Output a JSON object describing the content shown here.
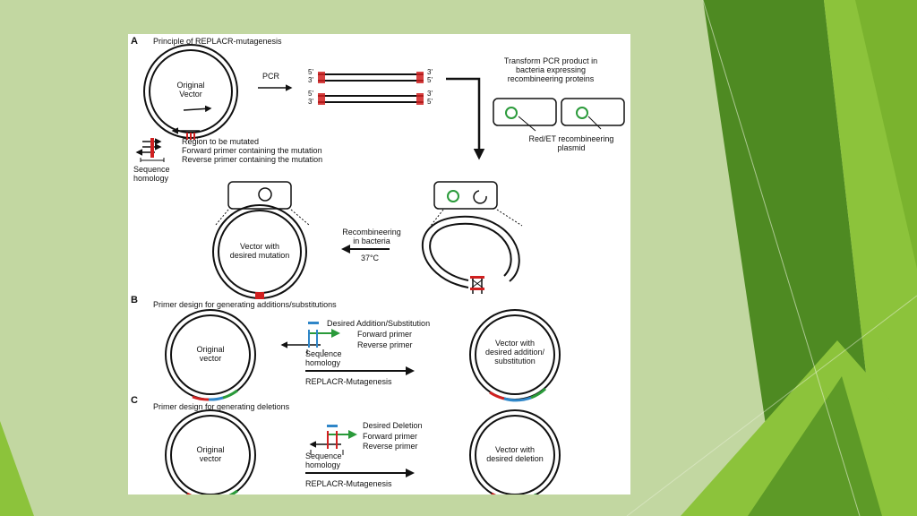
{
  "colors": {
    "slide_bg": "#c2d7a1",
    "green_light": "#8fc23a",
    "green_mid": "#6aa12b",
    "green_dark": "#4d8a22",
    "mutation_red": "#d02020",
    "addition_blue": "#2f86c8",
    "primer_green": "#2a9a3a"
  },
  "panel_a": {
    "letter": "A",
    "title": "Principle of REPLACR-mutagenesis",
    "vector_label_1": "Original",
    "vector_label_2": "Vector",
    "pcr": "PCR",
    "end_5": "5'",
    "end_3": "3'",
    "transform_1": "Transform PCR product in",
    "transform_2": "bacteria expressing",
    "transform_3": "recombineering proteins",
    "plasmid_1": "Red/ET recombineering",
    "plasmid_2": "plasmid",
    "legend_region": "Region to be mutated",
    "legend_forward": "Forward primer containing the mutation",
    "legend_reverse": "Reverse primer containing the mutation",
    "homology_1": "Sequence",
    "homology_2": "homology",
    "recomb_1": "Recombineering",
    "recomb_2": "in bacteria",
    "temp": "37°C",
    "result_1": "Vector with",
    "result_2": "desired mutation"
  },
  "panel_b": {
    "letter": "B",
    "title": "Primer design for generating additions/substitutions",
    "vector_1": "Original",
    "vector_2": "vector",
    "desired": "Desired Addition/Substitution",
    "forward": "Forward primer",
    "reverse": "Reverse primer",
    "homology_1": "Sequence",
    "homology_2": "homology",
    "method": "REPLACR-Mutagenesis",
    "result_1": "Vector with",
    "result_2": "desired addition/",
    "result_3": "substitution"
  },
  "panel_c": {
    "letter": "C",
    "title": "Primer design for generating deletions",
    "vector_1": "Original",
    "vector_2": "vector",
    "desired": "Desired Deletion",
    "forward": "Forward primer",
    "reverse": "Reverse primer",
    "homology_1": "Sequence",
    "homology_2": "homology",
    "method": "REPLACR-Mutagenesis",
    "result_1": "Vector with",
    "result_2": "desired deletion"
  }
}
